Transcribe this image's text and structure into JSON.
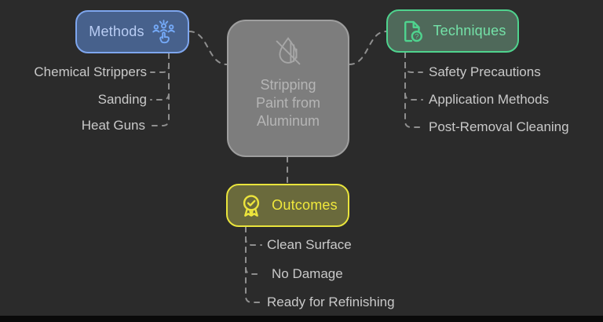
{
  "diagram": {
    "background_color": "#2b2b2b",
    "connector_color": "#8f8f8f",
    "leaf_text_color": "#c9c9c9",
    "center": {
      "lines": [
        "Stripping",
        "Paint from",
        "Aluminum"
      ],
      "fill": "#7d7d7d",
      "border": "#9e9e9e",
      "icon": "no-paint-drop-icon"
    },
    "methods": {
      "label": "Methods",
      "icon": "team-brainstorm-icon",
      "fill": "#47618c",
      "border": "#7ea6ee",
      "text_color": "#b9cdf4",
      "items": [
        "Chemical Strippers",
        "Sanding",
        "Heat Guns"
      ]
    },
    "techniques": {
      "label": "Techniques",
      "icon": "document-question-icon",
      "fill": "#4f695a",
      "border": "#4fd38e",
      "text_color": "#74e2a8",
      "items": [
        "Safety Precautions",
        "Application Methods",
        "Post-Removal Cleaning"
      ]
    },
    "outcomes": {
      "label": "Outcomes",
      "icon": "award-check-icon",
      "fill": "#6a6a3c",
      "border": "#e9e43c",
      "text_color": "#f0e83c",
      "items": [
        "Clean Surface",
        "No Damage",
        "Ready for Refinishing"
      ]
    }
  }
}
